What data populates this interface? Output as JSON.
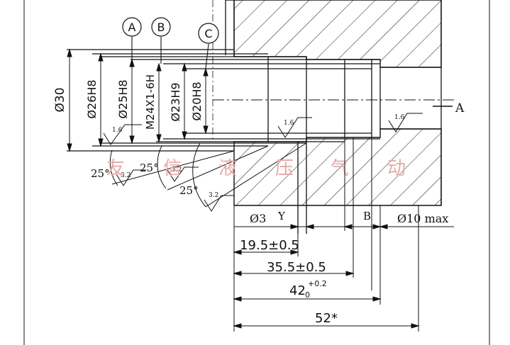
{
  "callouts": {
    "a": "A",
    "b": "B",
    "c": "C"
  },
  "diameters": {
    "d30": "Ø30",
    "d26": "Ø26H8",
    "d25": "Ø25H8",
    "thread": "M24X1-6H",
    "d23": "Ø23H9",
    "d20": "Ø20H8"
  },
  "surface": {
    "r16": "1.6",
    "r32": "3.2"
  },
  "angles": {
    "a1": "25°",
    "a2": "25°",
    "a3": "25°"
  },
  "section_label": "A",
  "bottom_labels": {
    "d3": "Ø3",
    "y": "Y",
    "b": "B",
    "d10": "Ø10 max"
  },
  "dims": {
    "d195": "19.5±0.5",
    "d355": "35.5±0.5",
    "d42_base": "42",
    "d42_sup": "+0.2",
    "d42_sub": "0",
    "d52": "52*"
  },
  "watermark": [
    "友",
    "信",
    "液",
    "压",
    "气",
    "动"
  ],
  "colors": {
    "line": "#111111",
    "watermark": "#e7a8a8",
    "background": "#ffffff"
  }
}
